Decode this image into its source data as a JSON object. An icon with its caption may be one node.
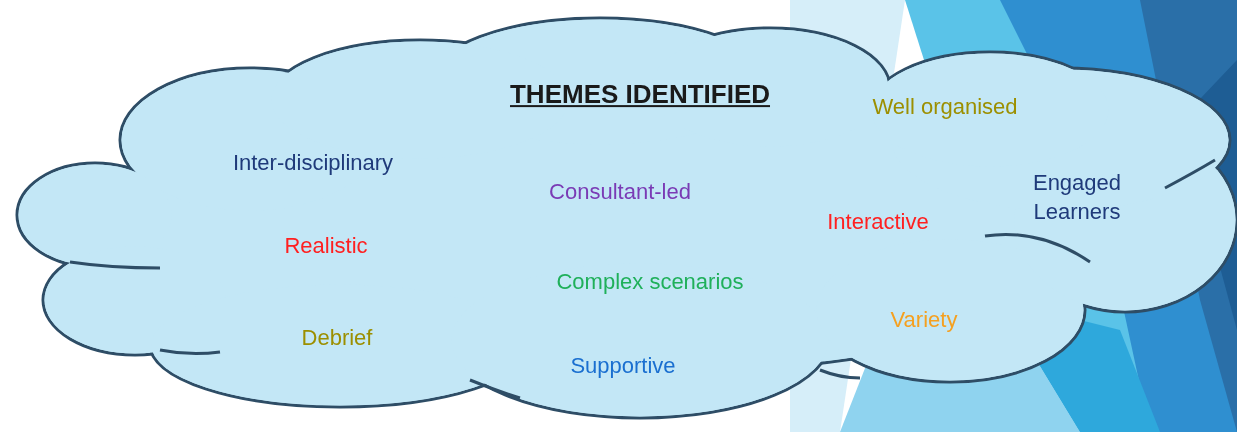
{
  "diagram": {
    "nodes": [
      {
        "text": [
          "THEMES IDENTIFIED",
          "Inter-disciplinary",
          "Well organised",
          "Consultant-led",
          "Engaged Learners",
          "Interactive",
          "Realistic",
          "Complex scenarios",
          "Variety",
          "Debrief",
          "Supportive"
        ]
      }
    ]
  }
}
